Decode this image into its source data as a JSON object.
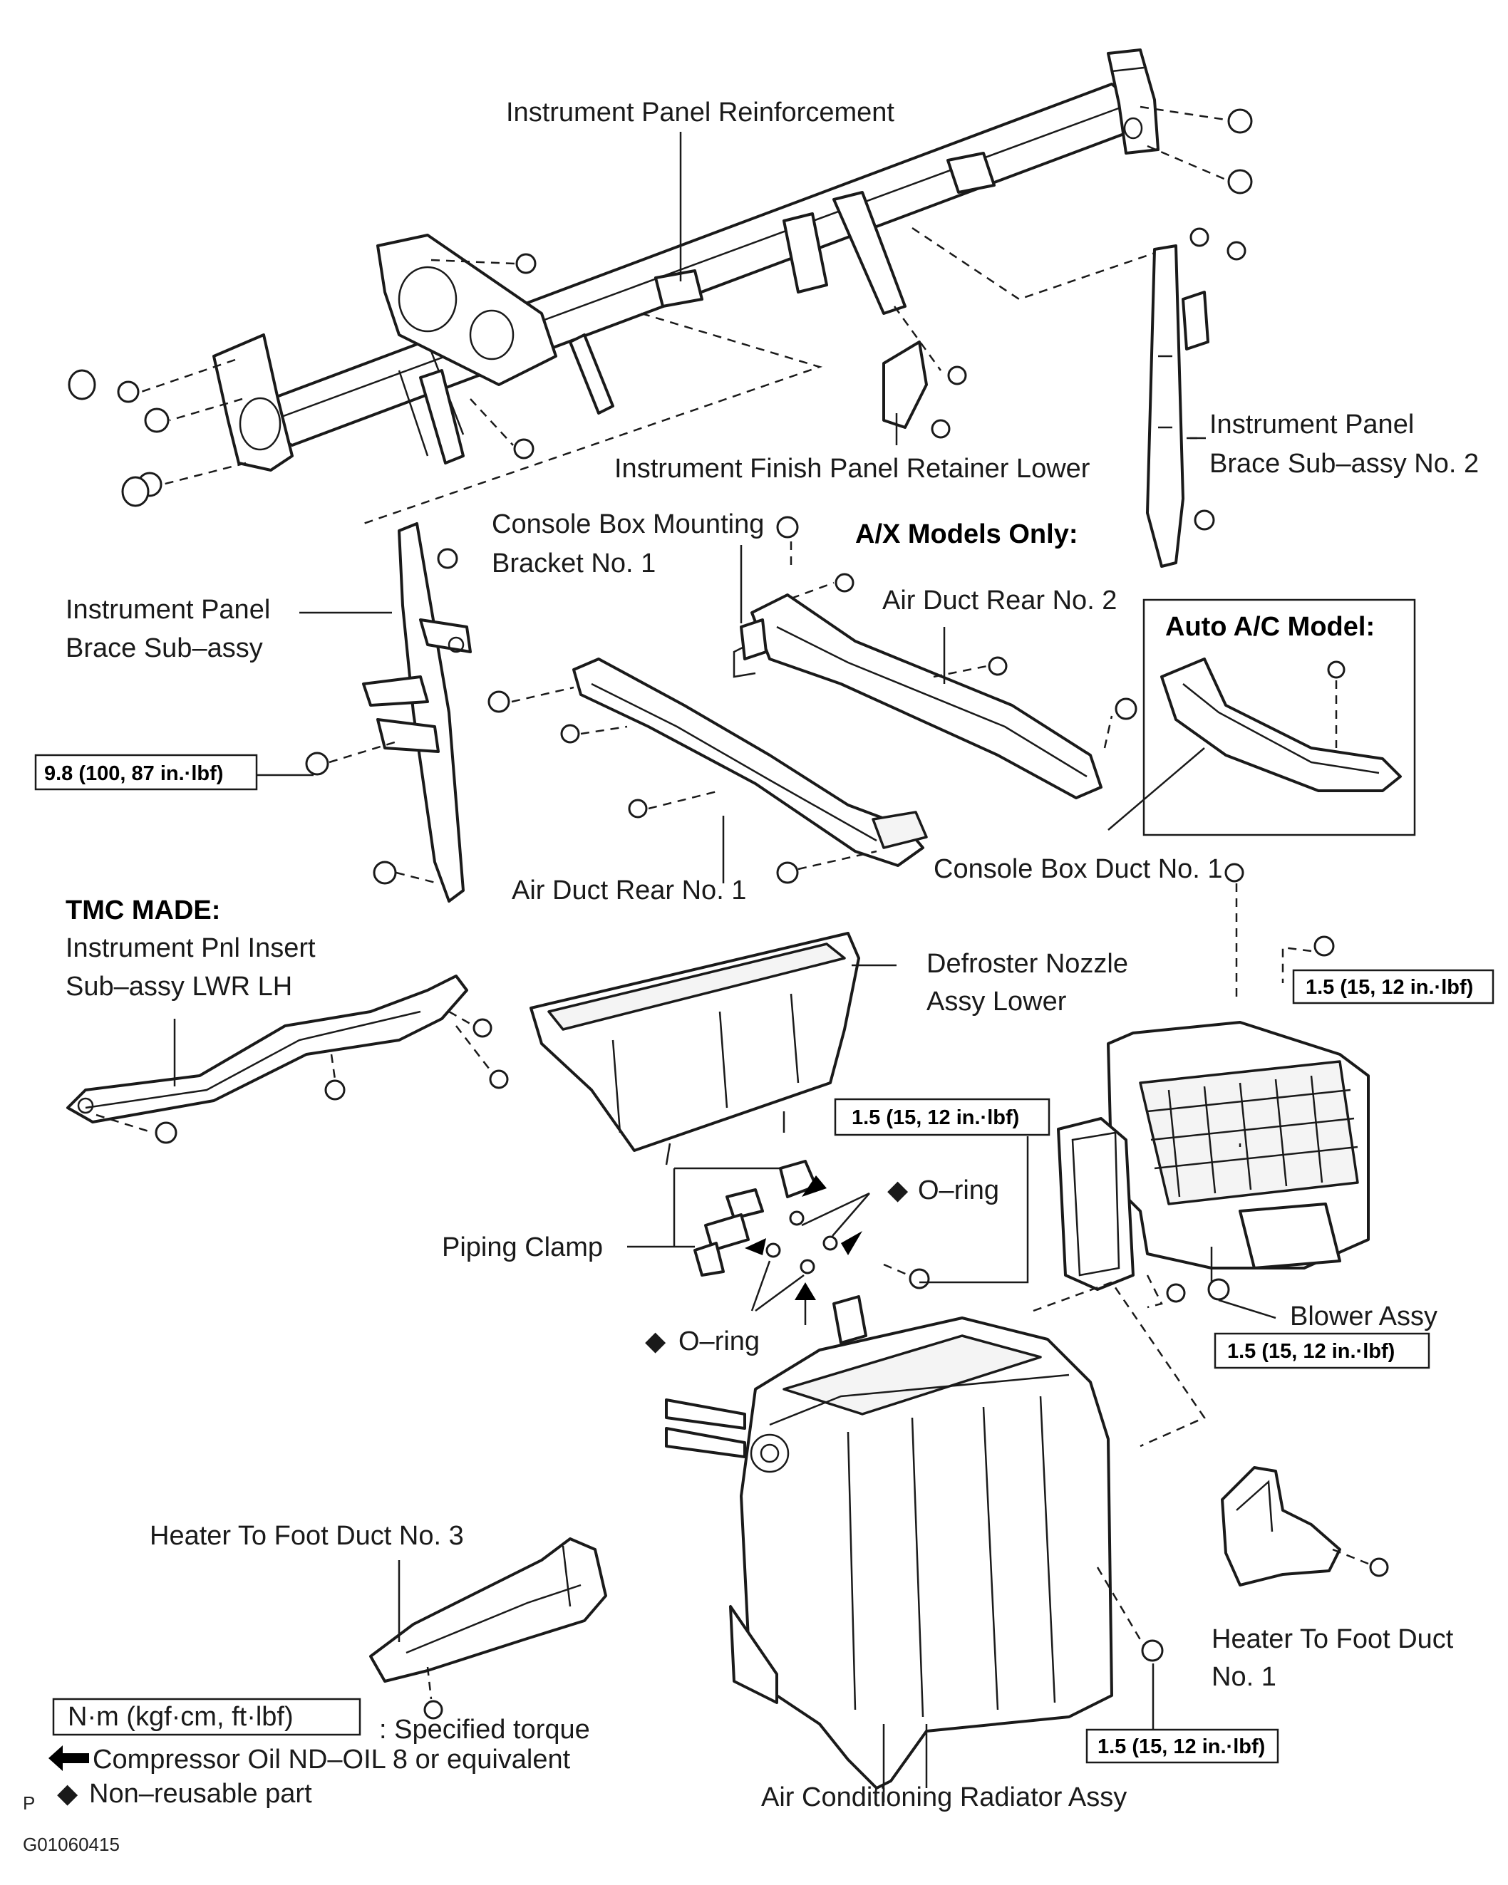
{
  "labels": {
    "ip_reinforcement": "Instrument Panel Reinforcement",
    "finish_panel_retainer": "Instrument Finish Panel Retainer Lower",
    "brace_no2_line1": "Instrument Panel",
    "brace_no2_line2": "Brace Sub–assy No. 2",
    "console_bracket_line1": "Console Box Mounting",
    "console_bracket_line2": "Bracket No. 1",
    "ax_models": "A/X Models Only:",
    "brace_line1": "Instrument Panel",
    "brace_line2": "Brace Sub–assy",
    "duct_rear_no2": "Air Duct Rear No. 2",
    "auto_ac_model": "Auto A/C Model:",
    "duct_rear_no1": "Air Duct Rear No. 1",
    "console_box_duct": "Console Box Duct No. 1",
    "tmc_made": "TMC MADE:",
    "insert_line1": "Instrument Pnl Insert",
    "insert_line2": "Sub–assy LWR LH",
    "defroster_line1": "Defroster Nozzle",
    "defroster_line2": "Assy Lower",
    "oring_right": "O–ring",
    "piping_clamp": "Piping Clamp",
    "oring_left": "O–ring",
    "blower_assy": "Blower Assy",
    "foot_duct3": "Heater To Foot Duct No. 3",
    "foot_duct1_line1": "Heater To Foot Duct",
    "foot_duct1_line2": "No. 1",
    "radiator_assy": "Air Conditioning Radiator Assy",
    "diamond": "◆",
    "page_letter": "P",
    "figure_id": "G01060415"
  },
  "torques": {
    "brace": "9.8 (100, 87 in.·lbf)",
    "blower_top": "1.5 (15, 12 in.·lbf)",
    "piping": "1.5 (15, 12 in.·lbf)",
    "blower_bottom": "1.5 (15, 12 in.·lbf)",
    "radiator": "1.5 (15, 12 in.·lbf)"
  },
  "legend": {
    "unit_box": "N·m (kgf·cm, ft·lbf)",
    "specified_torque": ": Specified torque",
    "compressor_oil": "Compressor Oil ND–OIL 8 or equivalent",
    "non_reusable": "Non–reusable part"
  }
}
